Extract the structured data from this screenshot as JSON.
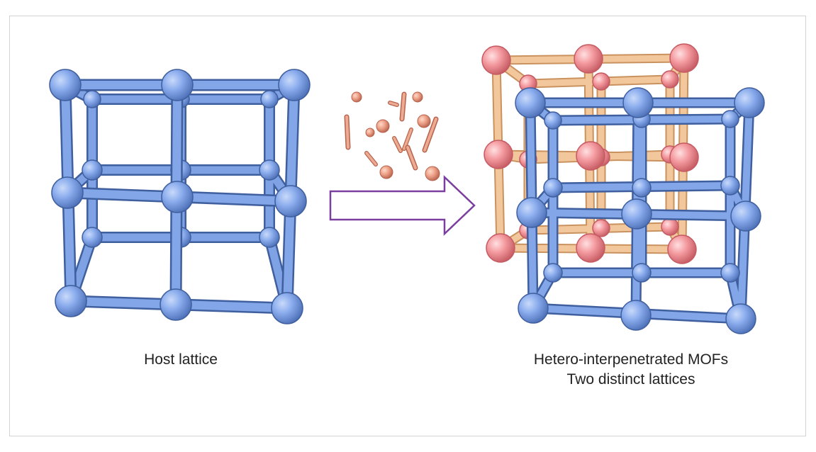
{
  "captions": {
    "left": "Host lattice",
    "right_line1": "Hetero-interpenetrated MOFs",
    "right_line2": "Two distinct lattices"
  },
  "colors": {
    "host_lattice": "#7ea2e4",
    "host_lattice_edge": "#3f5f9e",
    "guest_nodes": "#f09a9f",
    "guest_linkers": "#f3c79c",
    "arrow_outline": "#7b3fa0"
  },
  "icons": [
    "host-lattice-diagram",
    "building-blocks-cluster",
    "right-arrow-icon",
    "interpenetrated-lattice-diagram"
  ]
}
